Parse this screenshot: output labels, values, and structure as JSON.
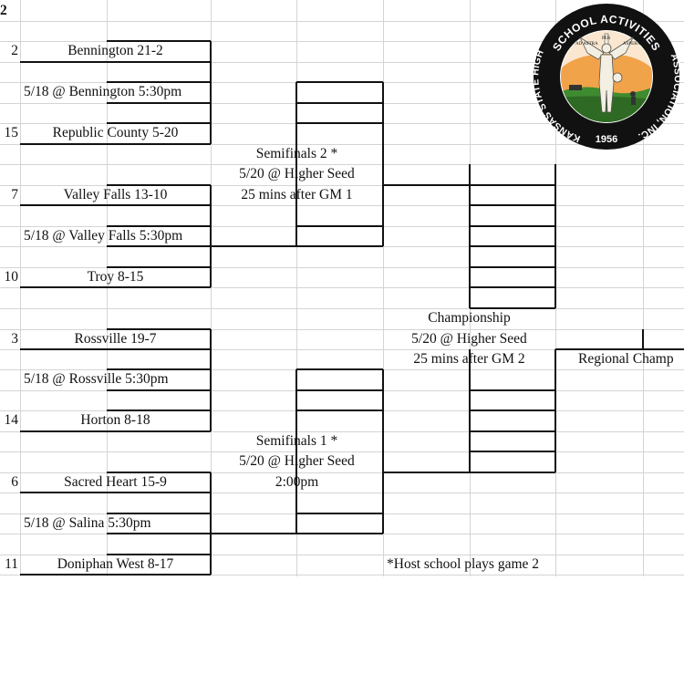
{
  "sheet": {
    "corner_label": "2",
    "seeds": [
      "2",
      "15",
      "7",
      "10",
      "3",
      "14",
      "6",
      "11"
    ],
    "teams": [
      "Bennington 21-2",
      "Republic County 5-20",
      "Valley Falls 13-10",
      "Troy 8-15",
      "Rossville 19-7",
      "Horton 8-18",
      "Sacred Heart  15-9",
      "Doniphan West 8-17"
    ],
    "games": [
      "5/18 @ Bennington 5:30pm",
      "5/18 @ Valley Falls 5:30pm",
      "5/18 @ Rossville 5:30pm",
      "5/18 @ Salina 5:30pm"
    ],
    "semi2": [
      "Semifinals 2 *",
      "5/20 @ Higher Seed",
      "25 mins after GM 1"
    ],
    "semi1": [
      "Semifinals 1 *",
      "5/20 @ Higher Seed",
      "2:00pm"
    ],
    "championship": [
      "Championship",
      "5/20 @ Higher Seed",
      "25 mins after GM 2"
    ],
    "regional_champ": "Regional Champ",
    "footnote": "*Host school plays game 2"
  },
  "logo": {
    "top_text": "SCHOOL ACTIVITIES",
    "left_text": "KANSAS STATE HIGH",
    "right_text": "ASSOCIATION, INC.",
    "year": "1956",
    "motto_left": "AD ASTRA",
    "motto_mid": "PER",
    "motto_right": "ASPERA",
    "colors": {
      "ring": "#111111",
      "sky": "#f1a34a",
      "ground": "#3f8b2f",
      "figure": "#f3efe2"
    }
  }
}
